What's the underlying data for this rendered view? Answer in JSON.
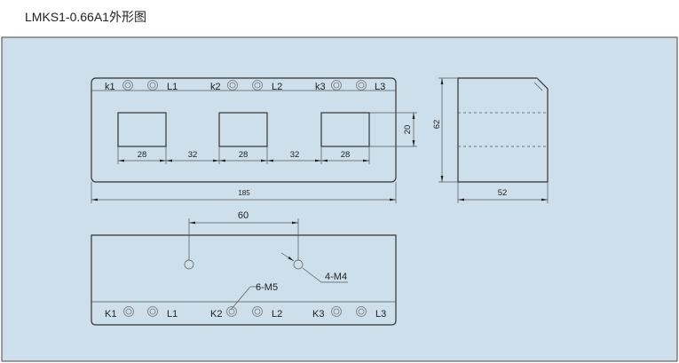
{
  "title": "LMKS1-0.66A1外形图",
  "top_view": {
    "terminals": [
      "k1",
      "L1",
      "k2",
      "L2",
      "k3",
      "L3"
    ],
    "dims": {
      "window_width": "28",
      "gap": "32",
      "window_height": "20",
      "total_width": "185"
    }
  },
  "side_view": {
    "dims": {
      "height": "62",
      "depth": "52"
    }
  },
  "bottom_view": {
    "terminals": [
      "K1",
      "L1",
      "K2",
      "L2",
      "K3",
      "L3"
    ],
    "dims": {
      "hole_spacing": "60"
    },
    "callouts": {
      "mount_holes": "4-M4",
      "terminal_screws": "6-M5"
    }
  },
  "colors": {
    "background": "#cddfea",
    "line": "#333333"
  }
}
